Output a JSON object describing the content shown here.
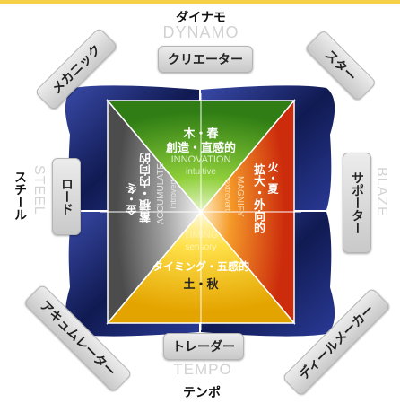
{
  "colors": {
    "accent_top": "#f7d04a",
    "frame_navy": "#15205e",
    "wood_green": "#3c8e1c",
    "fire_red": "#d43a10",
    "earth_yellow": "#e6b700",
    "metal_gray": "#6e6e6e"
  },
  "top": {
    "title": "ダイナモ",
    "ghost": "DYNAMO",
    "pill": "クリエーター"
  },
  "bottom": {
    "title": "テンポ",
    "ghost": "TEMPO",
    "pill": "トレーダー"
  },
  "left": {
    "title": "スチール",
    "ghost": "STEEL",
    "pill": "ロード"
  },
  "right": {
    "ghost": "BLAZE",
    "pill": "サポーター"
  },
  "corners": {
    "top_left": "メカニック",
    "top_right": "スター",
    "bottom_left": "アキュムレーター",
    "bottom_right": "ディールメーカー"
  },
  "quadrants": {
    "top": {
      "element": "木・春",
      "main": "創造・直感的",
      "en": "INNOVATION",
      "en2": "intuitive"
    },
    "right": {
      "element": "火・夏",
      "main": "拡大・外向的",
      "en": "MAGNIFY",
      "en2": "extrovert"
    },
    "bottom": {
      "element": "土・秋",
      "main": "タイミング・五感的",
      "en": "TIMING",
      "en2": "sensory"
    },
    "left": {
      "element": "金・冬",
      "main": "蓄積・内向的",
      "en": "ACCUMULATE",
      "en2": "introvert"
    }
  }
}
